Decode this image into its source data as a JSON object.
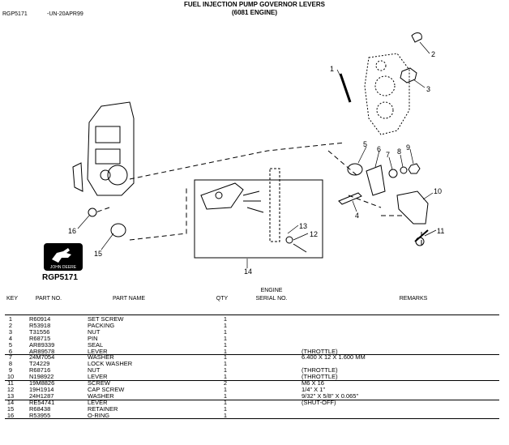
{
  "header": {
    "title_line1": "FUEL INJECTION PUMP GOVERNOR LEVERS",
    "title_line2": "(6081 ENGINE)",
    "figure_id": "RGP5171",
    "revision": "-UN-20APR99"
  },
  "logo": {
    "text": "JOHN DEERE",
    "caption": "RGP5171"
  },
  "callouts": [
    "1",
    "2",
    "3",
    "4",
    "5",
    "6",
    "7",
    "8",
    "9",
    "10",
    "11",
    "12",
    "13",
    "14",
    "15",
    "16"
  ],
  "table": {
    "headers": {
      "key": "KEY",
      "part_no": "PART NO.",
      "part_name": "PART NAME",
      "qty": "QTY",
      "engine_serial_l1": "ENGINE",
      "engine_serial_l2": "SERIAL NO.",
      "remarks": "REMARKS"
    },
    "rows": [
      {
        "key": "1",
        "part_no": "R60914",
        "part_name": "SET SCREW",
        "qty": "1",
        "remarks": ""
      },
      {
        "key": "2",
        "part_no": "R53918",
        "part_name": "PACKING",
        "qty": "1",
        "remarks": ""
      },
      {
        "key": "3",
        "part_no": "T31556",
        "part_name": "NUT",
        "qty": "1",
        "remarks": ""
      },
      {
        "key": "4",
        "part_no": "R68715",
        "part_name": "PIN",
        "qty": "1",
        "remarks": ""
      },
      {
        "key": "5",
        "part_no": "AR89339",
        "part_name": "SEAL",
        "qty": "1",
        "remarks": ""
      },
      {
        "key": "6",
        "part_no": "AR89578",
        "part_name": "LEVER",
        "qty": "1",
        "remarks": "(THROTTLE)"
      },
      {
        "key": "7",
        "part_no": "24M7054",
        "part_name": "WASHER",
        "qty": "1",
        "remarks": "6.400 X 12 X 1.600 MM"
      },
      {
        "key": "8",
        "part_no": "T24229",
        "part_name": "LOCK WASHER",
        "qty": "1",
        "remarks": ""
      },
      {
        "key": "9",
        "part_no": "R68716",
        "part_name": "NUT",
        "qty": "1",
        "remarks": "(THROTTLE)"
      },
      {
        "key": "10",
        "part_no": "N198922",
        "part_name": "LEVER",
        "qty": "1",
        "remarks": "(THROTTLE)"
      },
      {
        "key": "11",
        "part_no": "19M8826",
        "part_name": "SCREW",
        "qty": "2",
        "remarks": "M6 X 16"
      },
      {
        "key": "12",
        "part_no": "19H1914",
        "part_name": "CAP SCREW",
        "qty": "1",
        "remarks": "1/4\" X 1\""
      },
      {
        "key": "13",
        "part_no": "24H1287",
        "part_name": "WASHER",
        "qty": "1",
        "remarks": "9/32\" X 5/8\" X 0.065\""
      },
      {
        "key": "14",
        "part_no": "RE54741",
        "part_name": "LEVER",
        "qty": "1",
        "remarks": "(SHUT-OFF)"
      },
      {
        "key": "15",
        "part_no": "R68438",
        "part_name": "RETAINER",
        "qty": "1",
        "remarks": ""
      },
      {
        "key": "16",
        "part_no": "R53955",
        "part_name": "O-RING",
        "qty": "1",
        "remarks": ""
      }
    ]
  }
}
